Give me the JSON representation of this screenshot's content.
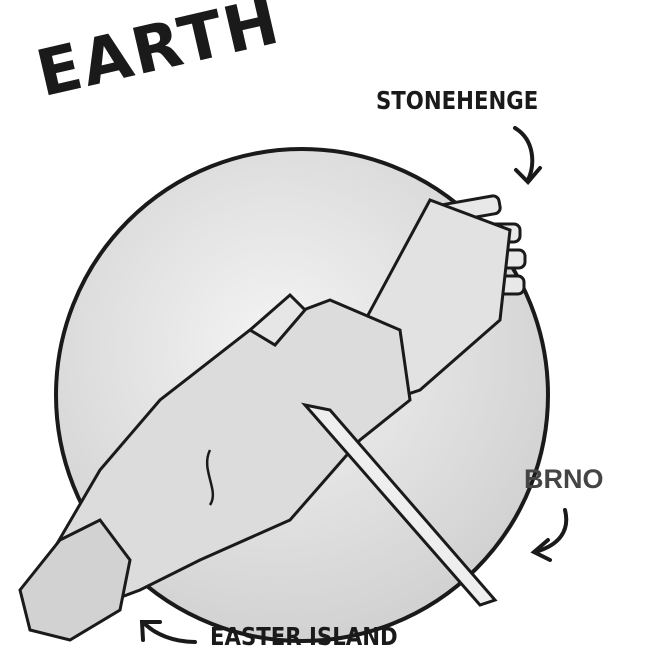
{
  "title": "EARTH",
  "labels": {
    "stonehenge": "STONEHENGE",
    "brno": "BRNO",
    "easter_island": "EASTER ISLAND"
  },
  "colors": {
    "ink": "#1a1a1a",
    "globe_fill": "#e6e6e6",
    "stone": "#d9d9d9"
  }
}
